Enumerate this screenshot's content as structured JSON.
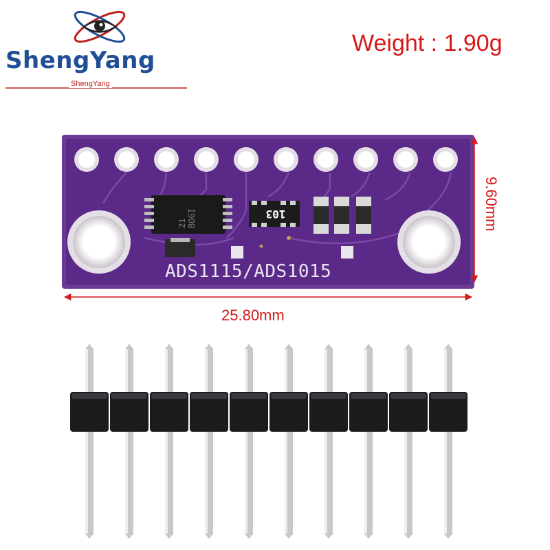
{
  "brand": {
    "name": "ShengYang",
    "tagline": "ShengYang",
    "logo_icon": "eye-orbit-icon",
    "colors": {
      "primary": "#1f4e95",
      "accent": "#c0201a"
    }
  },
  "product": {
    "weight_label": "Weight : 1.90g",
    "board_label": "ADS1115/ADS1015",
    "chip_marking": "21 BOGI",
    "resistor_code": "103",
    "board_color": "#5b2a88",
    "pin_count": 10
  },
  "dimensions": {
    "width": "25.80mm",
    "height": "9.60mm",
    "color": "#d41a1a"
  },
  "header": {
    "pin_count": 10,
    "housing_color": "#1c1c1e",
    "pin_color": "#c8c8c8"
  }
}
